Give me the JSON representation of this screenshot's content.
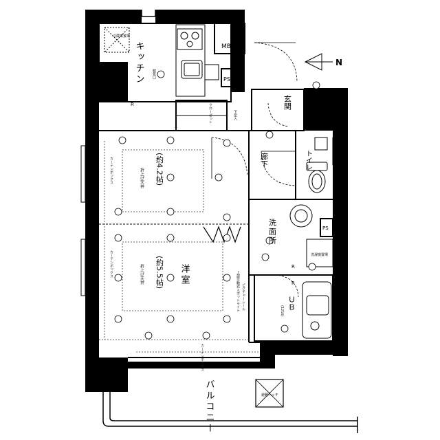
{
  "labels": {
    "kitchen": "キッチン",
    "entrance": "玄関",
    "hallway": "廊下",
    "toilet": "トイレ",
    "washroom": "洗面所",
    "bathroom": "ＵＢ",
    "bathroom_size": "(1216)",
    "western": "洋室",
    "western_area": "(約5.5帖)",
    "bedroom_area": "(約4.2帖)",
    "ceiling_a": "折上げ天井",
    "ceiling_b": "折上げ天井",
    "balcony": "バルコニー",
    "closet": "クローゼット",
    "mb": "MB",
    "ps_1": "PS",
    "ps_2": "PS",
    "north": "N",
    "curtain_box_1": "カーテンボックス",
    "curtain_box_2": "カーテンボックス",
    "curtain_box_3": "カーテンボックス",
    "picture_rail": "ピクチャーレール",
    "spot_light": "上部可動式スポットライト",
    "exhaust": "給気口",
    "washer": "洗濯機置場",
    "shoes": "下足入",
    "evac": "避難ハッチ",
    "fridge": "冷蔵庫置場",
    "r1": "R",
    "r2": "R",
    "r3": "R"
  }
}
